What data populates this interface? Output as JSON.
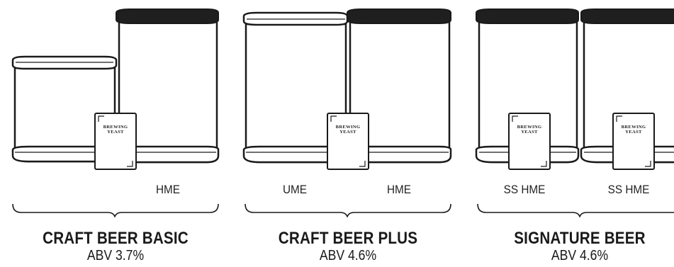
{
  "colors": {
    "line": "#1a1a1a",
    "fill": "#ffffff",
    "lid": "#1f1f1f"
  },
  "yeast_packet": {
    "line1": "BREWING",
    "line2": "YEAST"
  },
  "kits": [
    {
      "title": "CRAFT BEER BASIC",
      "abv": "ABV 3.7%",
      "labels": [
        "",
        "HME"
      ]
    },
    {
      "title": "CRAFT BEER PLUS",
      "abv": "ABV 4.6%",
      "labels": [
        "UME",
        "HME"
      ]
    },
    {
      "title": "SIGNATURE BEER",
      "abv": "ABV 4.6%",
      "labels": [
        "SS HME",
        "SS HME"
      ]
    }
  ]
}
